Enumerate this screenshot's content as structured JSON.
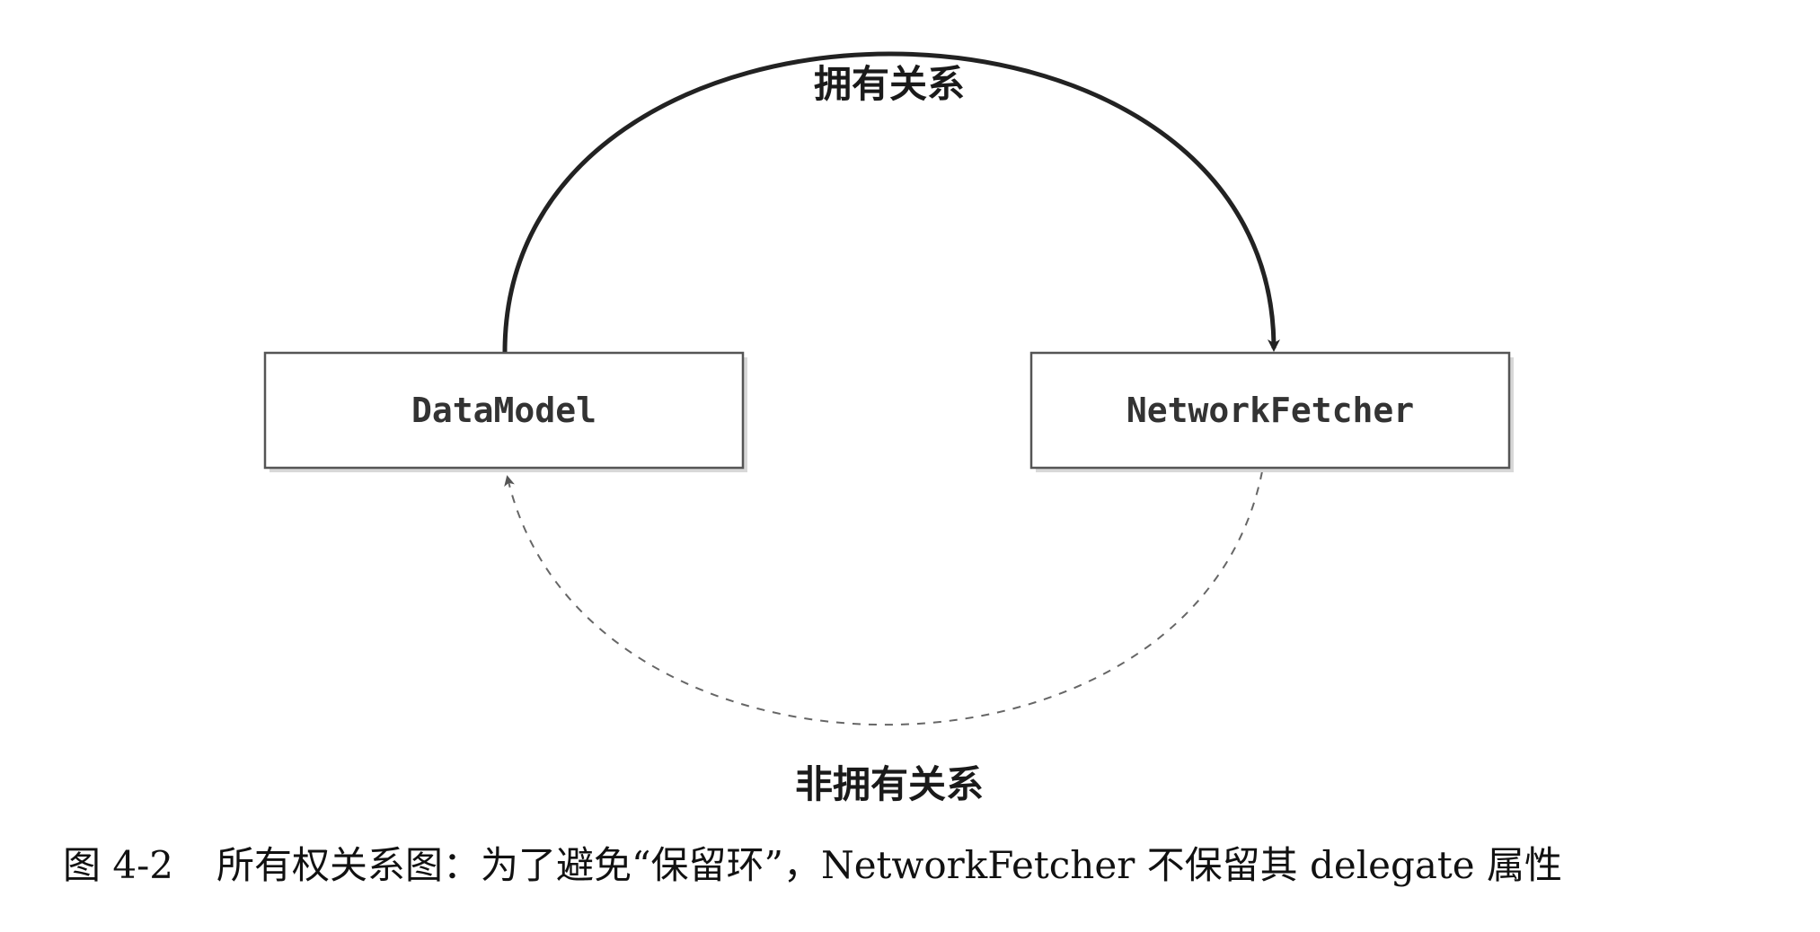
{
  "nodes": {
    "left": {
      "label": "DataModel"
    },
    "right": {
      "label": "NetworkFetcher"
    }
  },
  "edges": {
    "owning": {
      "label": "拥有关系",
      "style": "solid"
    },
    "non_owning": {
      "label": "非拥有关系",
      "style": "dashed"
    }
  },
  "caption": {
    "number": "图 4-2",
    "text": "所有权关系图：为了避免“保留环”，NetworkFetcher 不保留其 delegate 属性"
  },
  "colors": {
    "box_border": "#555555",
    "solid_arrow": "#222222",
    "dashed_arrow": "#666666",
    "text": "#1a1a1a"
  }
}
